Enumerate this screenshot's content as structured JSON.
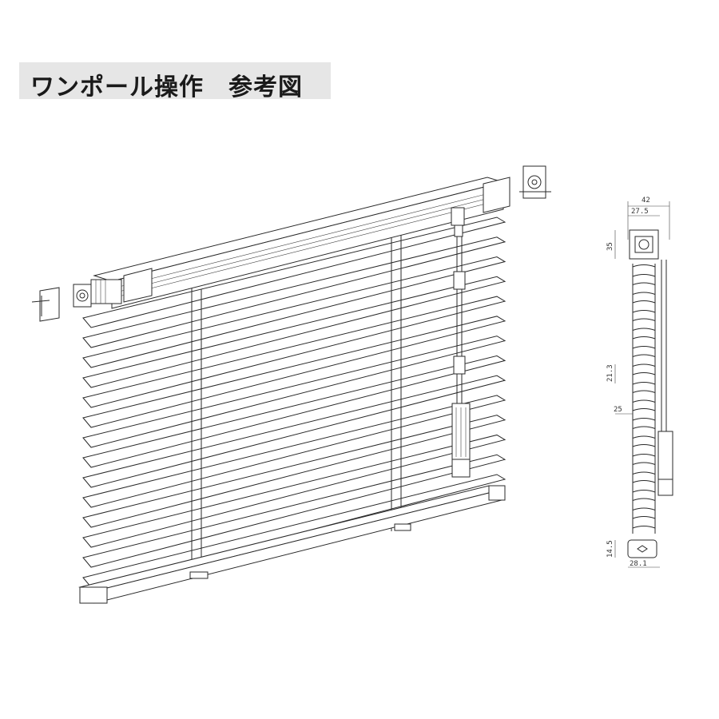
{
  "title": "ワンポール操作　参考図",
  "dimensions": {
    "width_total": "42",
    "width_head": "27.5",
    "head_height": "35",
    "slat_pitch": "21.3",
    "slat_width": "25",
    "bottom_height": "14.5",
    "bottom_width": "28.1"
  },
  "colors": {
    "line": "#2a2a2a",
    "title_bg": "#e6e6e6"
  }
}
